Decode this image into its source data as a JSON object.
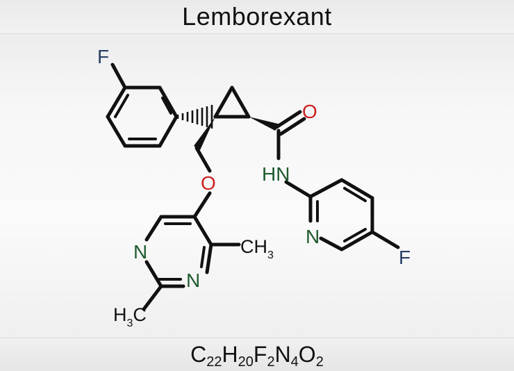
{
  "title": "Lemborexant",
  "formula": {
    "parts": [
      {
        "el": "C",
        "n": "22"
      },
      {
        "el": "H",
        "n": "20"
      },
      {
        "el": "F",
        "n": "2"
      },
      {
        "el": "N",
        "n": "4"
      },
      {
        "el": "O",
        "n": "2"
      }
    ]
  },
  "atoms": {
    "f_top": "F",
    "o_carbonyl": "O",
    "nh": "HN",
    "o_ether": "O",
    "n_pyrimidine_1": "N",
    "n_pyrimidine_2": "N",
    "ch3_right": "CH",
    "ch3_right_sub": "3",
    "h3c_left_h": "H",
    "h3c_left_sub": "3",
    "h3c_left_c": "C",
    "n_pyridine": "N",
    "f_pyridine": "F"
  },
  "colors": {
    "bond": "#111111",
    "fluorine": "#2a3f66",
    "oxygen": "#cc2020",
    "nitrogen": "#1f5a2e",
    "carbon_text": "#111111"
  }
}
